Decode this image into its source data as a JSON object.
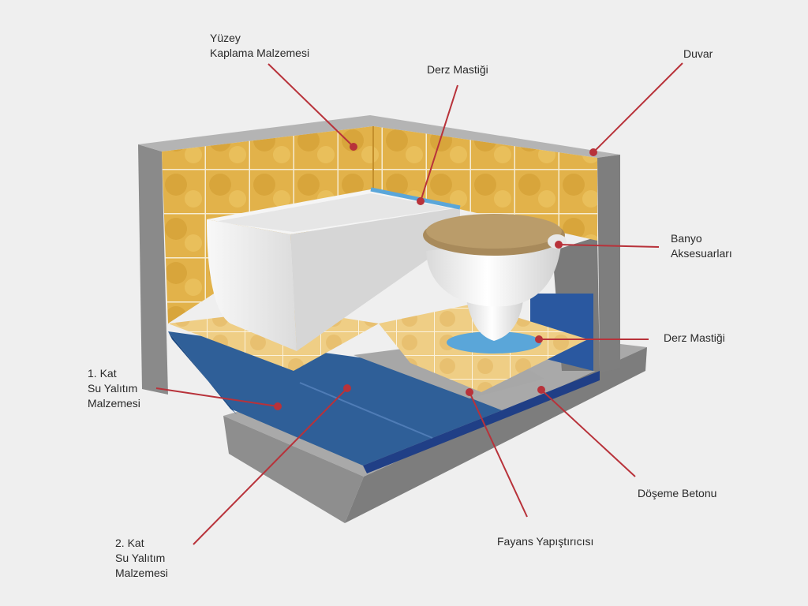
{
  "labels": {
    "surface": {
      "line1": "Yüzey",
      "line2": "Kaplama Malzemesi"
    },
    "grout_top": "Derz Mastiği",
    "wall": "Duvar",
    "accessories": {
      "line1": "Banyo",
      "line2": "Aksesuarları"
    },
    "grout_toilet": "Derz Mastiği",
    "waterproof_1": {
      "line1": "1. Kat",
      "line2": "Su Yalıtım",
      "line3": "Malzemesi"
    },
    "floor_concrete": "Döşeme Betonu",
    "tile_adhesive": "Fayans Yapıştırıcısı",
    "waterproof_2": {
      "line1": "2. Kat",
      "line2": "Su Yalıtım",
      "line3": "Malzemesi"
    }
  },
  "colors": {
    "background": "#efefef",
    "concrete": "#8e8e8e",
    "tile": "#e0b24a",
    "membrane": "#2f5f98",
    "grout_sealant": "#5aa6d9",
    "leader_line": "#b8323a"
  }
}
